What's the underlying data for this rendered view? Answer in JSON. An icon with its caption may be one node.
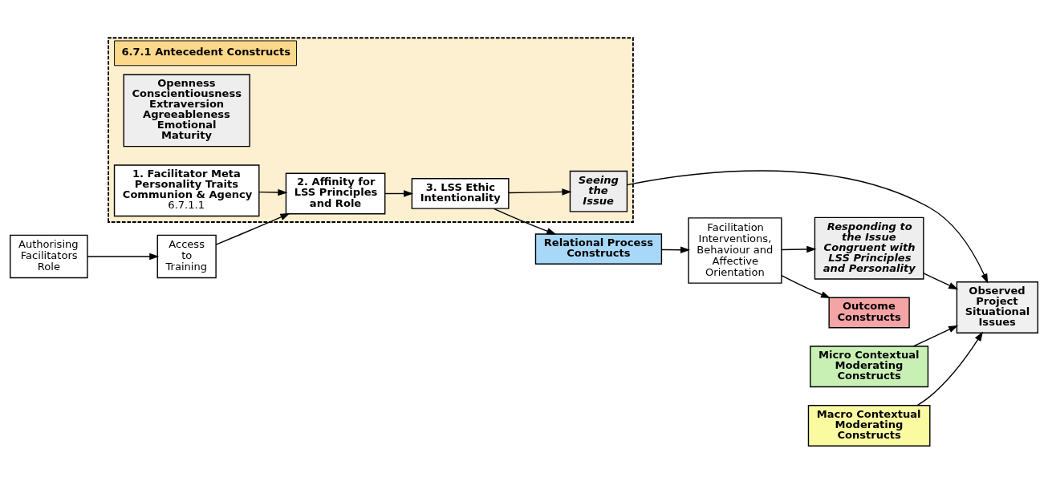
{
  "diagram": {
    "nodes": [
      {
        "text": [
          "6.7.1 Antecedent Constructs"
        ]
      },
      {
        "text": [
          "Openness Conscientiousness Extraversion Agreeableness Emotional Maturity"
        ],
        "in": 0
      },
      {
        "text": [
          "1. Facilitator Meta Personality Traits",
          "Communion & Agency",
          "6.7.1.1"
        ],
        "in": 0
      },
      {
        "text": [
          "2. Affinity for LSS Principles and Role"
        ],
        "in": 0
      },
      {
        "text": [
          "3. LSS Ethic Intentionality"
        ],
        "in": 0
      },
      {
        "text": [
          "Seeing the Issue"
        ],
        "in": 0
      },
      {
        "text": [
          "Micro Contextual Moderating Constructs"
        ]
      },
      {
        "text": [
          "Observed Project Situational Issues"
        ]
      },
      {
        "text": [
          "Macro Contextual Moderating Constructs"
        ]
      },
      {
        "text": [
          "Responding to the Issue Congruent with LSS Principles and Personality"
        ]
      },
      {
        "text": [
          "Relational Process Constructs"
        ]
      },
      {
        "text": [
          "Facilitation Interventions, Behaviour and Affective Orientation"
        ]
      },
      {
        "text": [
          "Outcome Constructs"
        ]
      },
      {
        "text": [
          "Access to Training"
        ]
      },
      {
        "text": [
          "Authorising Facilitators Role"
        ]
      }
    ],
    "edges": [
      {
        "from": 2,
        "to": 3,
        "arrow": "to"
      },
      {
        "from": 3,
        "to": 4,
        "arrow": "to"
      },
      {
        "from": 4,
        "to": 5,
        "arrow": "to"
      },
      {
        "from": 4,
        "to": 10,
        "arrow": "to"
      },
      {
        "from": 5,
        "to": 7,
        "arrow": "to"
      },
      {
        "from": 6,
        "to": 7,
        "arrow": "to"
      },
      {
        "from": 8,
        "to": 7,
        "arrow": "to"
      },
      {
        "from": 9,
        "to": 7,
        "arrow": "to"
      },
      {
        "from": 11,
        "to": 9,
        "arrow": "to"
      },
      {
        "from": 10,
        "to": 11,
        "arrow": "to"
      },
      {
        "from": 11,
        "to": 12,
        "arrow": "to"
      },
      {
        "from": 14,
        "to": 13,
        "arrow": "to"
      },
      {
        "from": 13,
        "to": 3,
        "arrow": "to"
      }
    ]
  }
}
